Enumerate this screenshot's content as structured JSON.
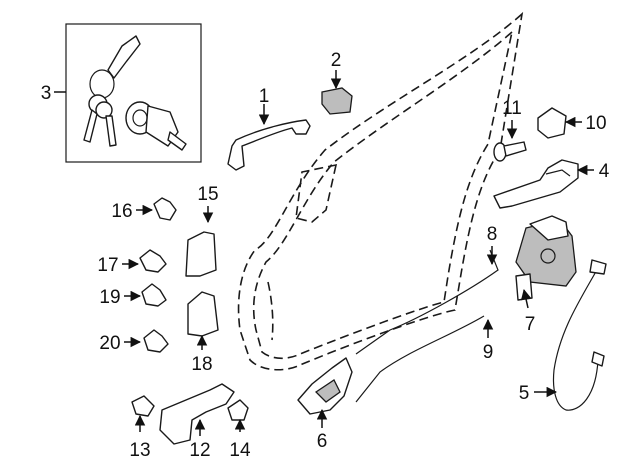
{
  "callouts": {
    "c1": "1",
    "c2": "2",
    "c3": "3",
    "c4": "4",
    "c5": "5",
    "c6": "6",
    "c7": "7",
    "c8": "8",
    "c9": "9",
    "c10": "10",
    "c11": "11",
    "c12": "12",
    "c13": "13",
    "c14": "14",
    "c15": "15",
    "c16": "16",
    "c17": "17",
    "c18": "18",
    "c19": "19",
    "c20": "20"
  },
  "colors": {
    "line": "#1a1a1a",
    "background": "#ffffff",
    "shade": "#bdbdbd"
  }
}
